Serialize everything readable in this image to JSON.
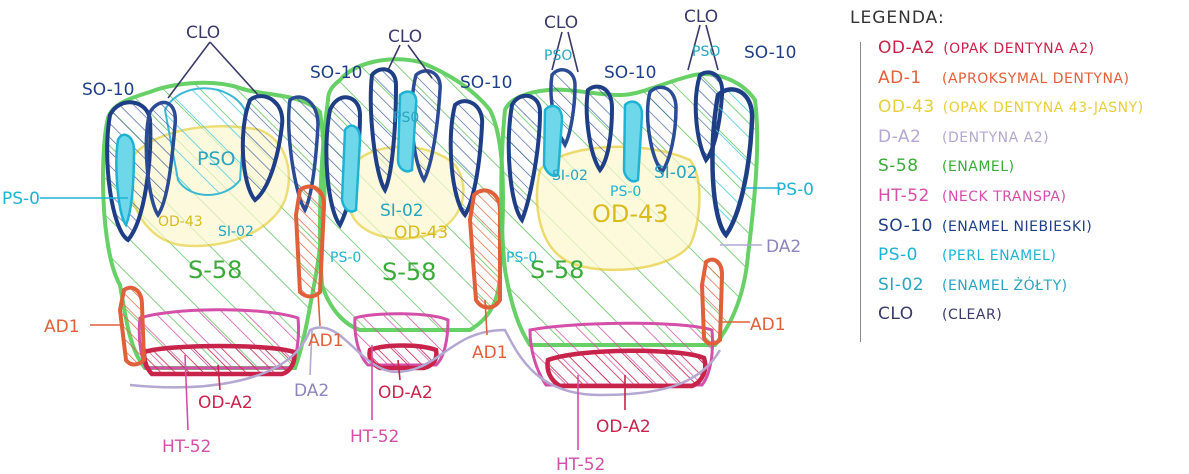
{
  "legend": {
    "title": "LEGENDA:",
    "items": [
      {
        "code": "OD-A2",
        "desc": "(OPAK DENTYNA A2)",
        "color": "#c8234a"
      },
      {
        "code": "AD-1",
        "desc": "(APROKSYMAL DENTYNA)",
        "color": "#e0603a"
      },
      {
        "code": "OD-43",
        "desc": "(OPAK DENTYNA 43-JASNY)",
        "color": "#e6cf3c"
      },
      {
        "code": "D-A2",
        "desc": "(DENTYNA A2)",
        "color": "#b4a8d2"
      },
      {
        "code": "S-58",
        "desc": "(ENAMEL)",
        "color": "#3aaa3a"
      },
      {
        "code": "HT-52",
        "desc": "(NECK TRANSPA)",
        "color": "#d44fa8"
      },
      {
        "code": "SO-10",
        "desc": "(ENAMEL NIEBIESKI)",
        "color": "#1e3f86"
      },
      {
        "code": "PS-0",
        "desc": "(PERL ENAMEL)",
        "color": "#1fb3d3"
      },
      {
        "code": "SI-02",
        "desc": "(ENAMEL ŻÓŁTY)",
        "color": "#2aa4c0"
      },
      {
        "code": "CLO",
        "desc": "(CLEAR)",
        "color": "#3a3a6a"
      }
    ]
  },
  "labels": {
    "clo": "CLO",
    "pso": "PSO",
    "pso_small": "PS0",
    "so10": "SO-10",
    "ps0": "PS-0",
    "si02": "SI-02",
    "od43": "OD-43",
    "s58": "S-58",
    "ad1": "AD1",
    "da2": "DA2",
    "oda2": "OD-A2",
    "ht52": "HT-52"
  }
}
